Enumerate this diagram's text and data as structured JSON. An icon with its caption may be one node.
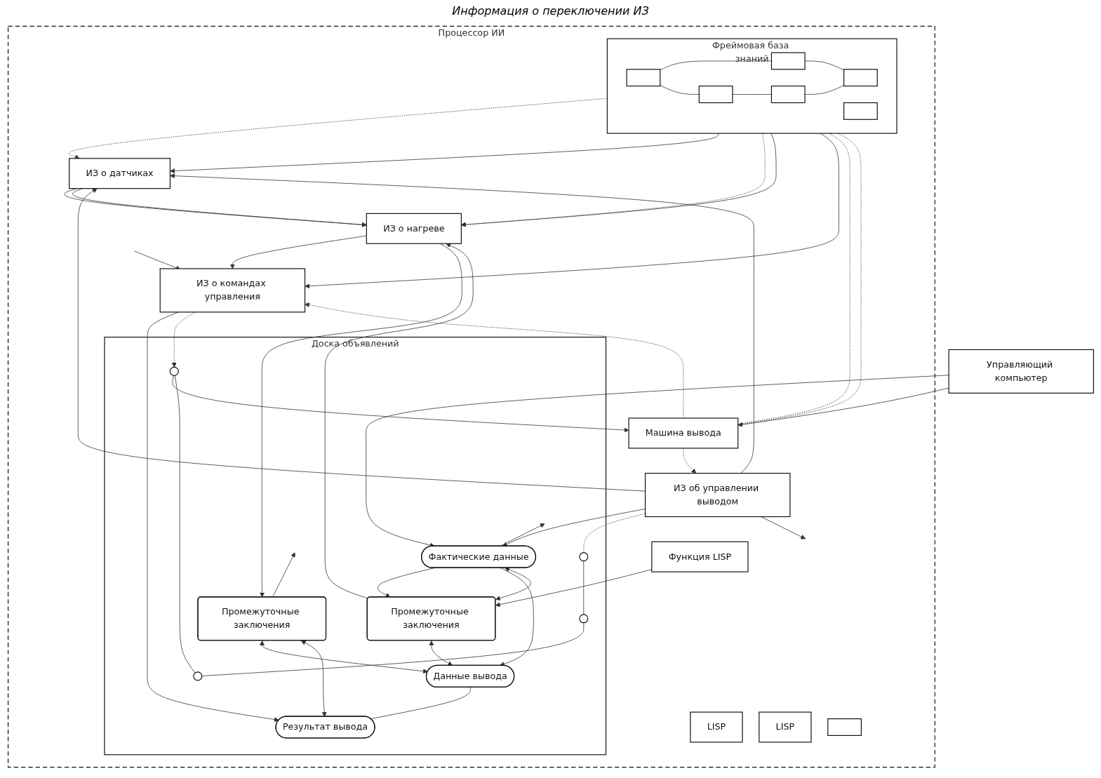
{
  "diagram": {
    "nodes": [
      {
        "text": [
          "Управляющий компьютер"
        ]
      },
      {
        "text": [
          "Процессор ИИ"
        ]
      },
      {
        "text": [
          "Машина вывода"
        ],
        "in": 1
      },
      {
        "text": [
          "Фреймовая база знаний"
        ],
        "in": 1
      },
      {
        "text": [],
        "shape": "box",
        "in": 3
      },
      {
        "text": [],
        "shape": "box",
        "in": 3
      },
      {
        "text": [],
        "shape": "box",
        "in": 3
      },
      {
        "text": [],
        "shape": "box",
        "in": 3
      },
      {
        "text": [],
        "shape": "box",
        "in": 3
      },
      {
        "text": [],
        "shape": "box",
        "in": 3
      },
      {
        "text": [
          "ИЗ об управлении выводом"
        ],
        "in": 1
      },
      {
        "text": [
          "LISP"
        ],
        "in": 1
      },
      {
        "text": [
          "ИЗ о датчиках"
        ],
        "in": 1
      },
      {
        "text": [
          "Функция LISP"
        ],
        "in": 1
      },
      {
        "text": [
          "ИЗ о нагреве"
        ],
        "in": 1
      },
      {
        "text": [
          "LISP"
        ],
        "in": 1
      },
      {
        "text": [
          "ИЗ о командах управления"
        ],
        "in": 1
      },
      {
        "text": [],
        "shape": "box",
        "in": 1
      },
      {
        "text": [
          "Доска объявлений"
        ],
        "in": 1
      },
      {
        "text": [
          "Промежуточные заключения"
        ],
        "in": 18
      },
      {
        "text": [
          "Промежуточные заключения"
        ],
        "in": 18
      },
      {
        "text": [
          "Фактические данные"
        ],
        "in": 18
      },
      {
        "text": [
          "Данные вывода"
        ],
        "in": 18
      },
      {
        "text": [
          "Результат вывода"
        ],
        "in": 18
      },
      {
        "text": [],
        "shape": "circle",
        "in": 18
      },
      {
        "text": [],
        "shape": "circle",
        "in": 18
      },
      {
        "text": [],
        "shape": "circle",
        "in": 18
      },
      {
        "text": [],
        "shape": "circle",
        "in": 18
      }
    ],
    "edges": [
      {
        "from": 0,
        "to": 2,
        "arrow": "to"
      },
      {
        "from": 0,
        "to": 21,
        "arrow": "to"
      },
      {
        "from": 2,
        "to": 10,
        "arrow": "to",
        "style": "dashed"
      },
      {
        "from": 2,
        "to": 3,
        "arrow": "none",
        "style": "dashed"
      },
      {
        "from": 2,
        "to": 3,
        "arrow": "none",
        "style": "dashed"
      },
      {
        "from": 2,
        "to": 16,
        "arrow": "to",
        "style": "dashed"
      },
      {
        "from": 4,
        "to": 5,
        "arrow": "none"
      },
      {
        "from": 5,
        "to": 6,
        "arrow": "none"
      },
      {
        "from": 4,
        "to": 8,
        "arrow": "none"
      },
      {
        "from": 8,
        "to": 9,
        "arrow": "none"
      },
      {
        "from": 6,
        "to": 9,
        "arrow": "none"
      },
      {
        "from": 3,
        "to": 12,
        "arrow": "to",
        "style": "dashed"
      },
      {
        "from": 3,
        "to": 12,
        "arrow": "to"
      },
      {
        "from": 3,
        "to": 14,
        "arrow": "to",
        "style": "dashed"
      },
      {
        "from": 3,
        "to": 14,
        "arrow": "to"
      },
      {
        "from": 3,
        "to": 16,
        "arrow": "to"
      },
      {
        "from": 10,
        "to": 12,
        "arrow": "to"
      },
      {
        "from": 10,
        "to": 12,
        "arrow": "to"
      },
      {
        "from": 10,
        "to": null,
        "arrow": "to"
      },
      {
        "from": 12,
        "to": 14,
        "arrow": "to"
      },
      {
        "from": 12,
        "to": 14,
        "arrow": "to"
      },
      {
        "from": 14,
        "to": 16,
        "arrow": "to"
      },
      {
        "from": null,
        "to": 16,
        "arrow": "to"
      },
      {
        "from": 10,
        "to": 21,
        "arrow": "to"
      },
      {
        "from": 10,
        "to": 24,
        "arrow": "none",
        "style": "dashed"
      },
      {
        "from": 13,
        "to": 19,
        "arrow": "to"
      },
      {
        "from": 19,
        "to": 14,
        "arrow": "to"
      },
      {
        "from": 14,
        "to": 20,
        "arrow": "to"
      },
      {
        "from": 20,
        "to": null,
        "arrow": "to"
      },
      {
        "from": 16,
        "to": 23,
        "arrow": "to"
      },
      {
        "from": 16,
        "to": 27,
        "arrow": "to",
        "style": "dashed"
      },
      {
        "from": 21,
        "to": 19,
        "arrow": "to"
      },
      {
        "from": 21,
        "to": null,
        "arrow": "to"
      },
      {
        "from": 19,
        "to": 21,
        "arrow": "both"
      },
      {
        "from": 19,
        "to": 22,
        "arrow": "both"
      },
      {
        "from": 20,
        "to": 22,
        "arrow": "both"
      },
      {
        "from": 20,
        "to": 23,
        "arrow": "both"
      },
      {
        "from": 21,
        "to": 22,
        "arrow": "to"
      },
      {
        "from": 22,
        "to": 23,
        "arrow": "none"
      },
      {
        "from": 24,
        "to": 25,
        "arrow": "none"
      },
      {
        "from": 25,
        "to": 26,
        "arrow": "none"
      },
      {
        "from": 26,
        "to": 27,
        "arrow": "none"
      },
      {
        "from": 27,
        "to": 2,
        "arrow": "to"
      }
    ],
    "labels": [
      "Информация о переключении ИЗ"
    ]
  }
}
